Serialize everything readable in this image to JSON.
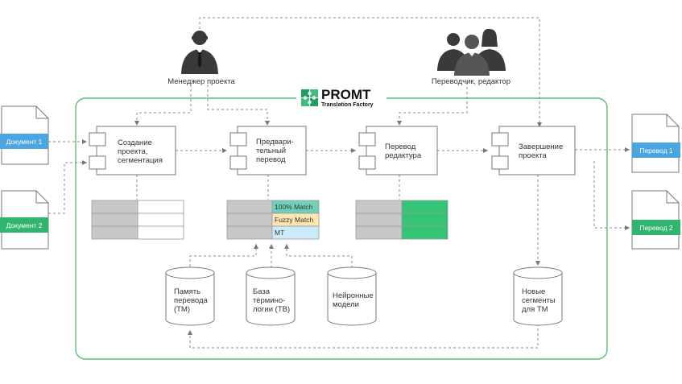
{
  "colors": {
    "frame_green": "#5dbb7d",
    "doc_blue": "#4aa5e0",
    "doc_green": "#30b56e",
    "row_gray": "#c8c8c8",
    "match_100": "#6fd0b8",
    "match_fuzzy": "#fde6b1",
    "match_mt": "#cdeaf8",
    "edited_green": "#35c475",
    "logo_green": "#22a86a"
  },
  "logo": {
    "brand": "PROMT",
    "subtitle": "Translation Factory",
    "icon": "puzzle-pieces-icon"
  },
  "actors": {
    "manager": {
      "label": "Менеджер проекта",
      "icon": "businessman-icon"
    },
    "translators": {
      "label": "Переводчик, редактор",
      "icon": "team-icon"
    }
  },
  "documents": {
    "inputs": [
      "Документ 1",
      "Документ 2"
    ],
    "outputs": [
      "Перевод 1",
      "Перевод 2"
    ]
  },
  "stages": [
    {
      "lines": [
        "Создание",
        "проекта,",
        "сегментация"
      ]
    },
    {
      "lines": [
        "Предвари-",
        "тельный",
        "перевод"
      ]
    },
    {
      "lines": [
        "Перевод",
        "редактура"
      ]
    },
    {
      "lines": [
        "Завершение",
        "проекта"
      ]
    }
  ],
  "matches": [
    "100% Match",
    "Fuzzy Match",
    "MT"
  ],
  "resources": [
    {
      "lines": [
        "Память",
        "перевода",
        "(TM)"
      ]
    },
    {
      "lines": [
        "База",
        "термино-",
        "логии (TB)"
      ]
    },
    {
      "lines": [
        "Нейронные",
        "модели"
      ]
    },
    {
      "lines": [
        "Новые",
        "сегменты",
        "для TM"
      ]
    }
  ]
}
